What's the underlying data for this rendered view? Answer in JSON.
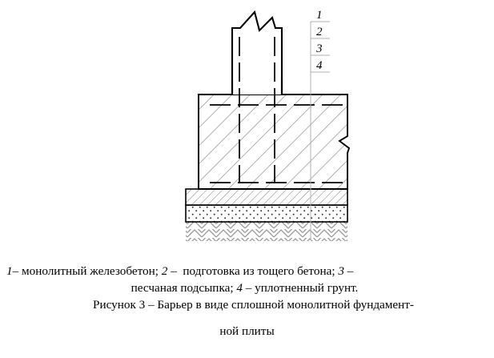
{
  "figure": {
    "drawing_title": "Барьер в виде сплошной монолитной фундаментной плиты",
    "leader_labels": [
      {
        "id": "1",
        "text": "1",
        "refers_to": "монолитный железобетон"
      },
      {
        "id": "2",
        "text": "2",
        "refers_to": "подготовка из тощего бетона"
      },
      {
        "id": "3",
        "text": "3",
        "refers_to": "песчаная подсыпка"
      },
      {
        "id": "4",
        "text": "4",
        "refers_to": "уплотненный грунт"
      }
    ],
    "layers": [
      {
        "name": "монолитный железобетон",
        "hatch": "diagonal-hatch",
        "index": "1"
      },
      {
        "name": "подготовка из тощего бетона",
        "hatch": "fine-diagonal-hatch",
        "index": "2"
      },
      {
        "name": "песчаная подсыпка",
        "hatch": "dotted-sand",
        "index": "3"
      },
      {
        "name": "уплотненный грунт",
        "hatch": "chevron-soil",
        "index": "4"
      }
    ]
  },
  "caption": {
    "legend_line_1_a": "1",
    "legend_line_1_b": "– монолитный железобетон; ",
    "legend_line_1_c": "2",
    "legend_line_1_d": " –  подготовка из тощего бетона; ",
    "legend_line_1_e": "3",
    "legend_line_1_f": " –",
    "legend_line_2_a": "песчаная подсыпка; ",
    "legend_line_2_b": "4",
    "legend_line_2_c": " – уплотненный грунт.",
    "title_line_1": "Рисунок 3 – Барьер в виде сплошной монолитной фундамент-",
    "title_line_2": "ной плиты"
  },
  "colors": {
    "ink": "#000000",
    "hatch_gray": "#8a8a8a",
    "thin_line": "#b5b5b5",
    "paper": "#ffffff"
  }
}
